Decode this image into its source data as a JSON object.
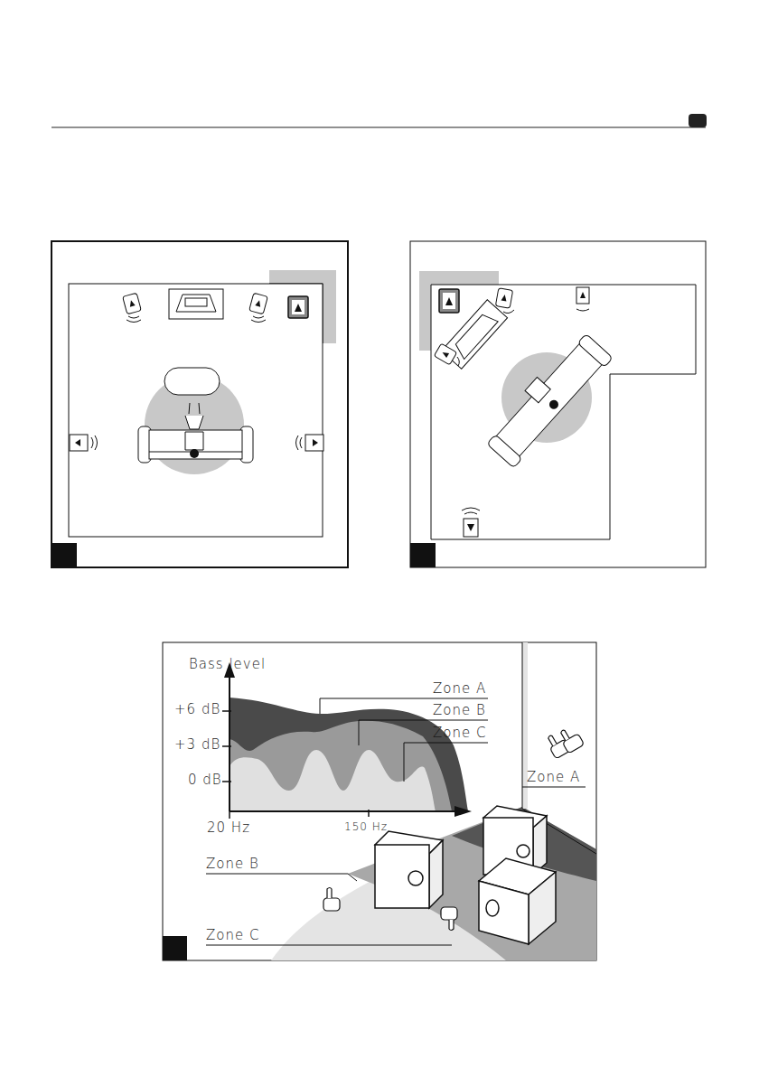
{
  "diagram": {
    "labels": [
      "Bass level",
      "+6 dB",
      "+3 dB",
      "0 dB",
      "20 Hz",
      "150 Hz",
      "Zone A",
      "Zone B",
      "Zone C",
      "Zone A",
      "Zone B",
      "Zone C"
    ]
  }
}
